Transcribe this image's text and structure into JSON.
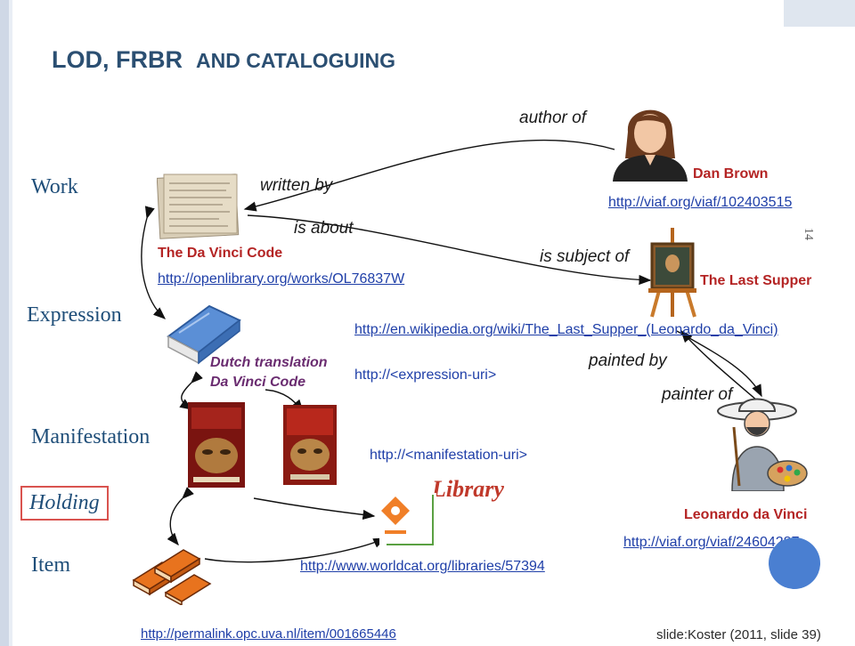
{
  "title": {
    "part1": "LOD, FRBR",
    "part2": "AND CATALOGUING"
  },
  "levels": {
    "work": "Work",
    "expression": "Expression",
    "manifestation": "Manifestation",
    "holding": "Holding",
    "item": "Item"
  },
  "relations": {
    "author_of": "author of",
    "written_by": "written by",
    "is_about": "is about",
    "is_subject_of": "is subject of",
    "painted_by": "painted by",
    "painter_of": "painter of"
  },
  "entities": {
    "dan_brown": {
      "name": "Dan Brown",
      "uri": "http://viaf.org/viaf/102403515"
    },
    "work": {
      "title": "The Da Vinci Code",
      "uri": "http://openlibrary.org/works/OL76837W"
    },
    "last_supper": {
      "title": "The Last Supper",
      "uri": "http://en.wikipedia.org/wiki/The_Last_Supper_(Leonardo_da_Vinci)"
    },
    "expression": {
      "line1": "Dutch translation",
      "line2": "Da Vinci Code",
      "uri": "http://<expression-uri>"
    },
    "manifestation": {
      "uri": "http://<manifestation-uri>"
    },
    "library": {
      "label": "Library",
      "uri": "http://www.worldcat.org/libraries/57394"
    },
    "leonardo": {
      "name": "Leonardo da Vinci",
      "uri": "http://viaf.org/viaf/24604287"
    },
    "item": {
      "uri": "http://permalink.opc.uva.nl/item/001665446"
    }
  },
  "slide_number": "14",
  "credit": "slide:Koster (2011, slide 39)",
  "colors": {
    "title": "#2b4f72",
    "level": "#1f4e79",
    "link": "#1f3fa8",
    "name": "#b42424",
    "accent_circle": "#4a7fd1"
  }
}
